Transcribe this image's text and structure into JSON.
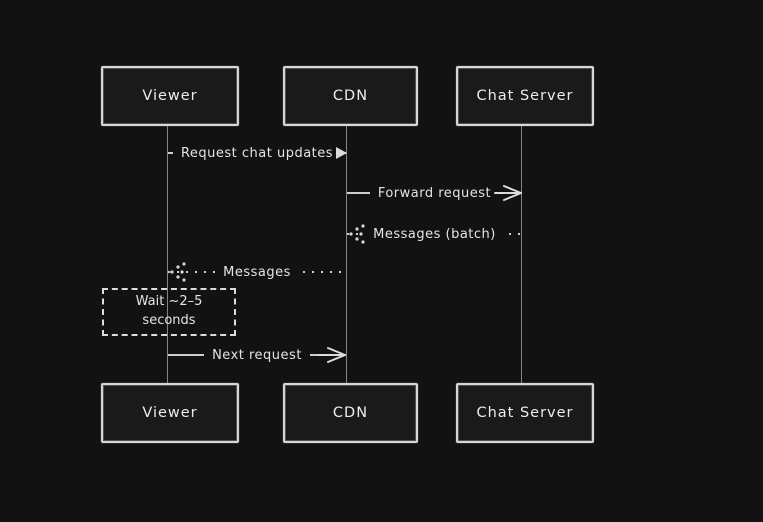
{
  "diagram": {
    "type": "sequence",
    "colors": {
      "background": "#121212",
      "actor_fill": "#1a1a1a",
      "stroke": "#d6d6d6",
      "text": "#e4e4e4",
      "lifeline": "#848484"
    },
    "actors": [
      {
        "id": "viewer",
        "label": "Viewer"
      },
      {
        "id": "cdn",
        "label": "CDN"
      },
      {
        "id": "chat-server",
        "label": "Chat Server"
      }
    ],
    "messages": [
      {
        "from": "viewer",
        "to": "cdn",
        "label": "Request chat updates",
        "line": "solid",
        "direction": "right",
        "arrowhead": "filled-triangle"
      },
      {
        "from": "cdn",
        "to": "chat-server",
        "label": "Forward request",
        "line": "solid",
        "direction": "right",
        "arrowhead": "open-chevron"
      },
      {
        "from": "chat-server",
        "to": "cdn",
        "label": "Messages (batch)",
        "line": "dotted",
        "direction": "left",
        "arrowhead": "dot-scatter"
      },
      {
        "from": "cdn",
        "to": "viewer",
        "label": "Messages",
        "line": "dotted",
        "direction": "left",
        "arrowhead": "dot-scatter"
      },
      {
        "from": "viewer",
        "to": "cdn",
        "label": "Next request",
        "line": "solid",
        "direction": "right",
        "arrowhead": "open-chevron"
      }
    ],
    "note": {
      "attached_to": "viewer",
      "label": "Wait ~2–5 seconds"
    },
    "icons": {
      "filled_arrowhead": "▶",
      "open_arrowhead": "➤ (open chevron strokes)",
      "dotted_arrowhead": "chevron made of scattered dots"
    }
  }
}
